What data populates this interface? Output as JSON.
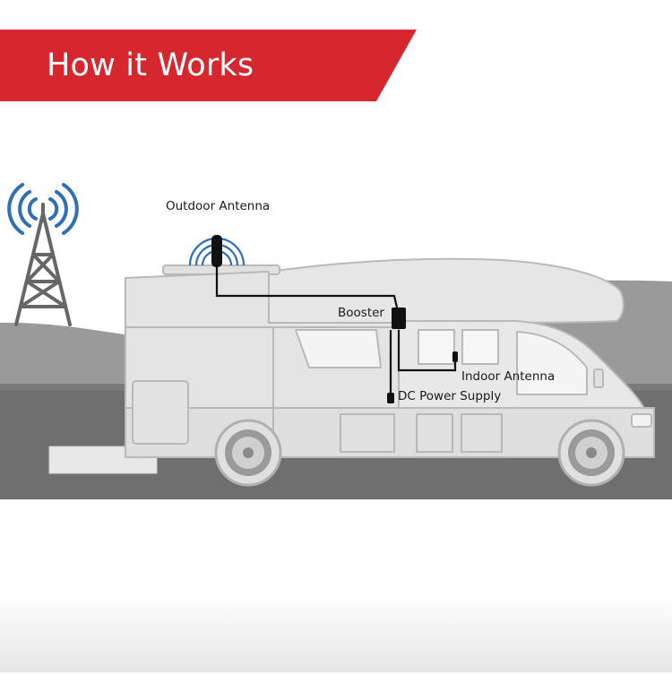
{
  "header": {
    "title": "How it Works"
  },
  "labels": {
    "outdoor_antenna": "Outdoor Antenna",
    "booster": "Booster",
    "indoor_antenna": "Indoor Antenna",
    "dc_power_supply": "DC Power Supply"
  },
  "colors": {
    "banner": "#d6272e",
    "signal": "#2f6fb5",
    "hill": "#9a9a9a",
    "road": "#6f6f6f",
    "rv_body": "#e4e4e4",
    "rv_outline": "#bdbdbd",
    "cable": "#111111"
  },
  "icons": [
    "cell-tower-icon",
    "signal-waves-icon",
    "outdoor-antenna-icon",
    "booster-icon",
    "indoor-antenna-icon",
    "dc-power-plug-icon"
  ]
}
